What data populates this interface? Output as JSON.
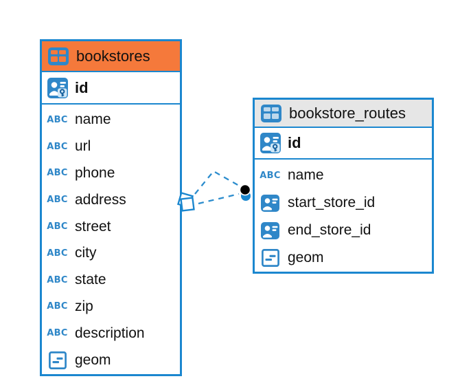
{
  "diagram": {
    "tables": [
      {
        "name": "bookstores",
        "header_style": "orange",
        "primary_key": {
          "name": "id",
          "icon": "person-key-icon"
        },
        "columns": [
          {
            "name": "name",
            "type": "text"
          },
          {
            "name": "url",
            "type": "text"
          },
          {
            "name": "phone",
            "type": "text"
          },
          {
            "name": "address",
            "type": "text"
          },
          {
            "name": "street",
            "type": "text"
          },
          {
            "name": "city",
            "type": "text"
          },
          {
            "name": "state",
            "type": "text"
          },
          {
            "name": "zip",
            "type": "text"
          },
          {
            "name": "description",
            "type": "text"
          },
          {
            "name": "geom",
            "type": "geometry"
          }
        ]
      },
      {
        "name": "bookstore_routes",
        "header_style": "gray",
        "primary_key": {
          "name": "id",
          "icon": "person-key-icon"
        },
        "columns": [
          {
            "name": "name",
            "type": "text"
          },
          {
            "name": "start_store_id",
            "type": "foreign-key"
          },
          {
            "name": "end_store_id",
            "type": "foreign-key"
          },
          {
            "name": "geom",
            "type": "geometry"
          }
        ]
      }
    ],
    "relationships": [
      {
        "from_table": "bookstores",
        "to_table": "bookstore_routes",
        "line_style": "dashed"
      },
      {
        "from_table": "bookstores",
        "to_table": "bookstore_routes",
        "line_style": "dashed"
      }
    ]
  },
  "icons": {
    "text_glyph": "ABC",
    "table_header_icon": "table-grid-icon",
    "primary_key_icon": "person-key-icon",
    "foreign_key_icon": "person-card-icon",
    "geometry_icon": "geometry-icon",
    "relation_start_marker": "double-square-marker",
    "relation_end_marker": "dot-marker"
  },
  "colors": {
    "table_border": "#1b87cf",
    "bookstores_header": "#f5793b",
    "bookstore_routes_header": "#e6e6e6",
    "icon_blue": "#2f87c8",
    "connector_blue": "#2b8ccd",
    "connector_dot": "#000000",
    "text": "#111111",
    "background": "#ffffff"
  }
}
